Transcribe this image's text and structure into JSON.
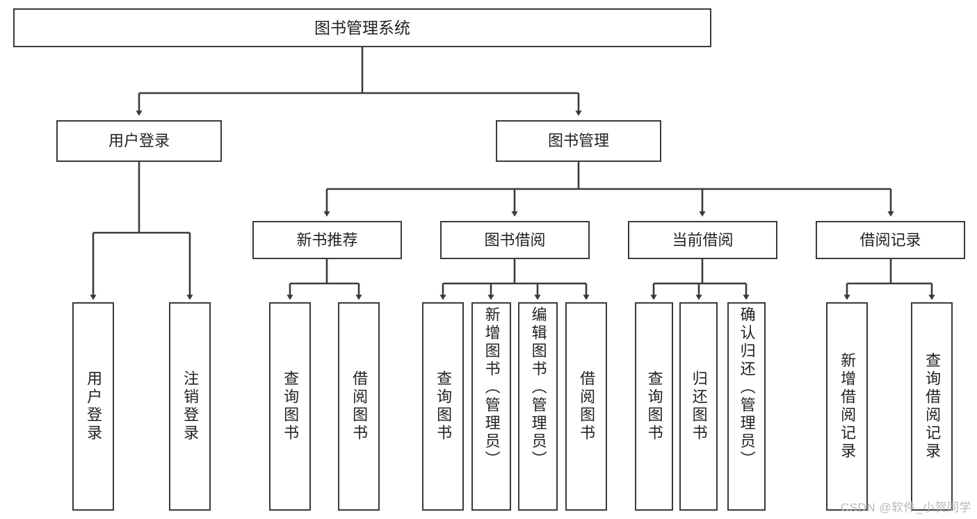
{
  "diagram": {
    "title": "图书管理系统",
    "type": "tree-hierarchy-diagram",
    "colors": {
      "box_border": "#3a3a3a",
      "box_fill": "#ffffff",
      "text": "#222222",
      "connector": "#3a3a3a",
      "watermark": "#b9b9b9"
    },
    "root": {
      "label": "图书管理系统"
    },
    "level2": [
      {
        "label": "用户登录"
      },
      {
        "label": "图书管理"
      }
    ],
    "level3": [
      {
        "label": "新书推荐"
      },
      {
        "label": "图书借阅"
      },
      {
        "label": "当前借阅"
      },
      {
        "label": "借阅记录"
      }
    ],
    "leaves": {
      "user_login": [
        {
          "label": "用户登录"
        },
        {
          "label": "注销登录"
        }
      ],
      "new_book_recommend": [
        {
          "label": "查询图书"
        },
        {
          "label": "借阅图书"
        }
      ],
      "book_borrow": [
        {
          "label": "查询图书"
        },
        {
          "label": "新增图书（管理员）"
        },
        {
          "label": "编辑图书（管理员）"
        },
        {
          "label": "借阅图书"
        }
      ],
      "current_borrow": [
        {
          "label": "查询图书"
        },
        {
          "label": "归还图书"
        },
        {
          "label": "确认归还（管理员）"
        }
      ],
      "borrow_record": [
        {
          "label": "新增借阅记录"
        },
        {
          "label": "查询借阅记录"
        }
      ]
    },
    "watermark": "CSDN @软件_小贺同学"
  }
}
